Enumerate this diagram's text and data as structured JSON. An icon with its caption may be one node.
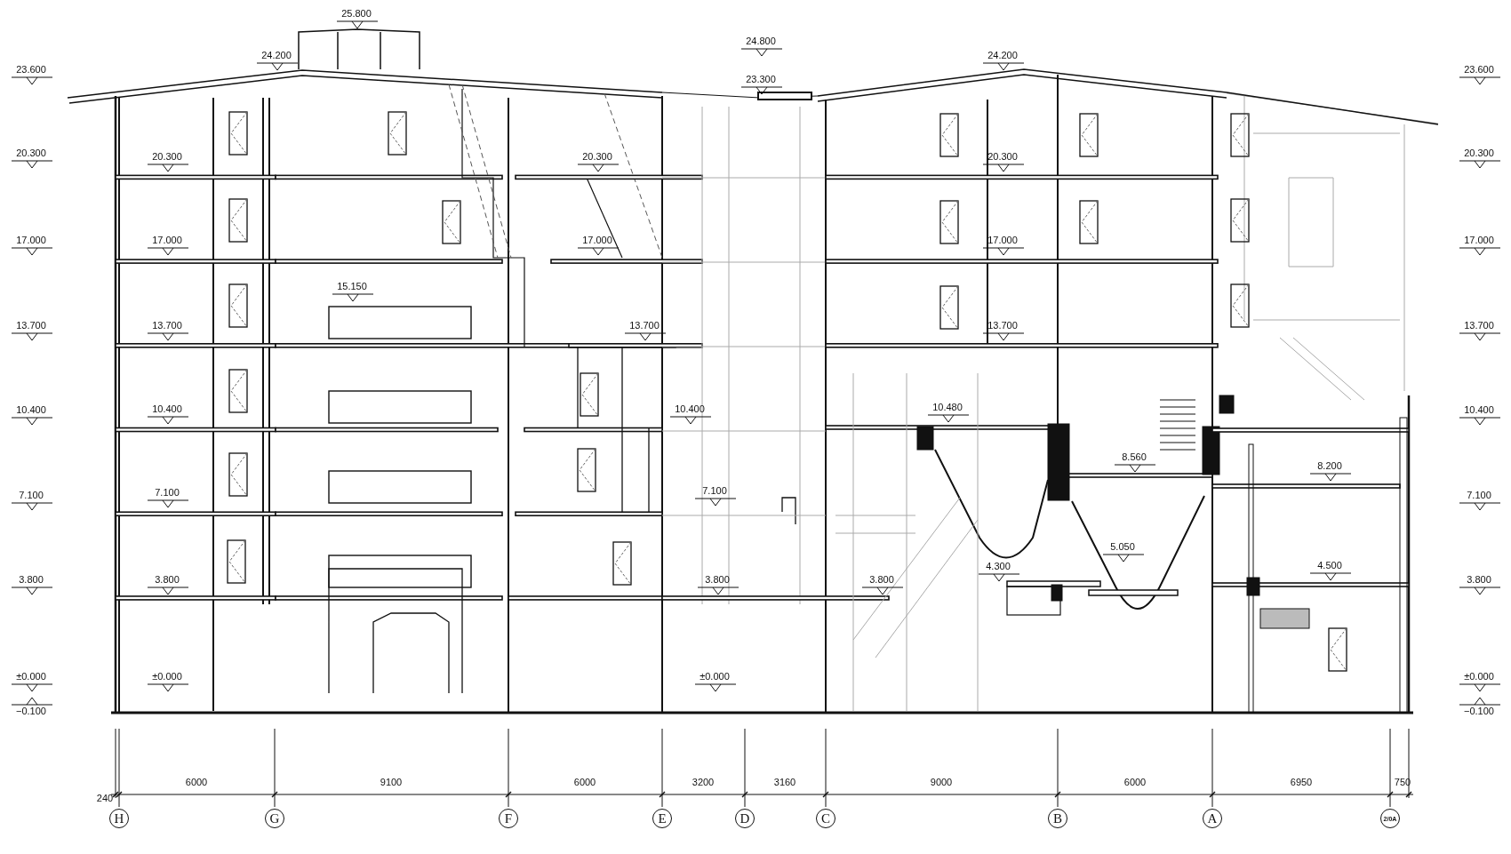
{
  "diagram": {
    "nodes": [
      {
        "text": [
          "H"
        ]
      },
      {
        "text": [
          "G"
        ]
      },
      {
        "text": [
          "F"
        ]
      },
      {
        "text": [
          "E"
        ]
      },
      {
        "text": [
          "D"
        ]
      },
      {
        "text": [
          "C"
        ]
      },
      {
        "text": [
          "B"
        ]
      },
      {
        "text": [
          "A"
        ]
      },
      {
        "text": [
          "2/0A"
        ]
      }
    ],
    "labels": [
      "25.800",
      "24.800",
      "23.600",
      "24.200",
      "24.200",
      "23.600",
      "23.300",
      "20.300",
      "20.300",
      "20.300",
      "20.300",
      "20.300",
      "17.000",
      "17.000",
      "17.000",
      "17.000",
      "17.000",
      "15.150",
      "13.700",
      "13.700",
      "13.700",
      "13.700",
      "13.700",
      "10.400",
      "10.400",
      "10.400",
      "10.480",
      "10.400",
      "8.560",
      "8.200",
      "7.100",
      "7.100",
      "7.100",
      "7.100",
      "5.050",
      "4.300",
      "4.500",
      "3.800",
      "3.800",
      "3.800",
      "3.800",
      "3.800",
      "±0.000",
      "±0.000",
      "±0.000",
      "±0.000",
      "−0.100",
      "−0.100",
      "6000",
      "9100",
      "6000",
      "3200",
      "3160",
      "9000",
      "6000",
      "6950",
      "750",
      "240"
    ]
  }
}
